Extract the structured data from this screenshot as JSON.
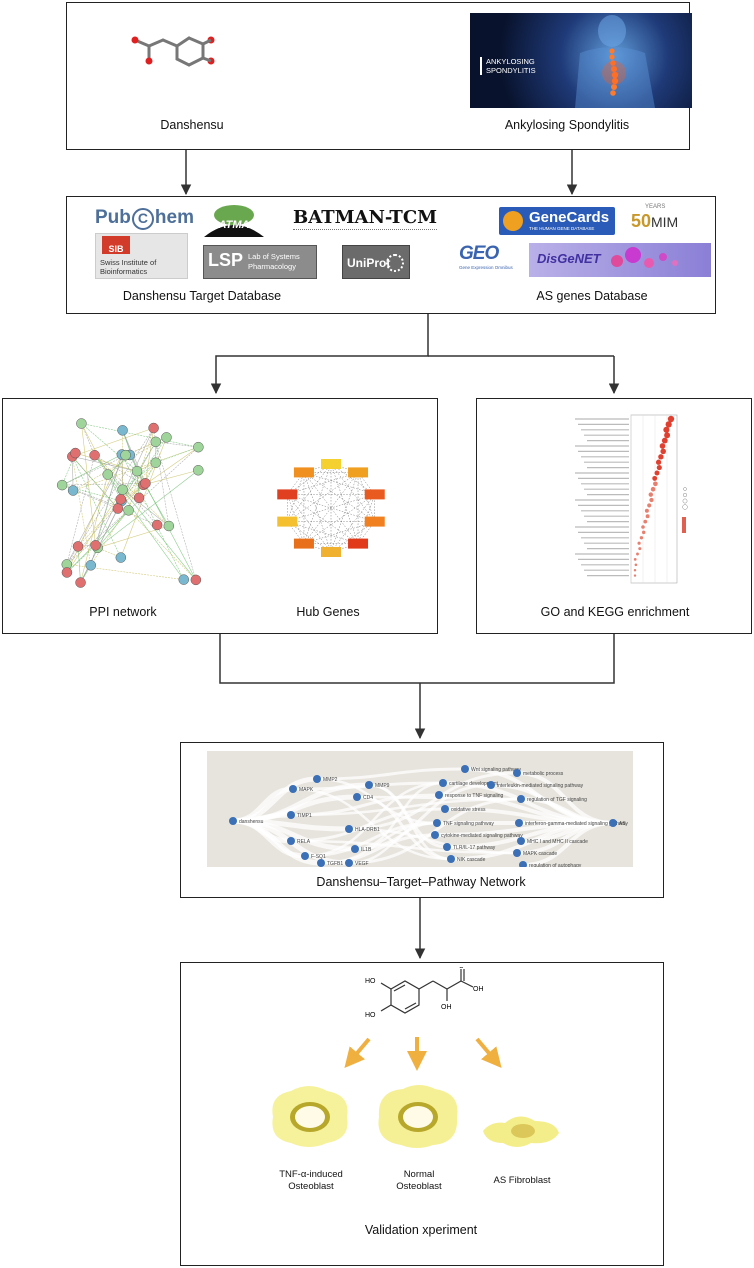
{
  "top": {
    "left_label": "Danshensu",
    "right_label": "Ankylosing Spondylitis",
    "banner_line1": "ANKYLOSING",
    "banner_line2": "SPONDYLITIS"
  },
  "databases": {
    "left_label": "Danshensu Target Database",
    "right_label": "AS genes Database",
    "logos": {
      "pubchem_pub": "Pub",
      "pubchem_c": "C",
      "pubchem_hem": "hem",
      "batman_cartoon": "BATMAN",
      "batman_tcm": "BATMAN-TCM",
      "sib_short": "SIB",
      "sib_line1": "Swiss Institute of",
      "sib_line2": "Bioinformatics",
      "lsp_short": "LSP",
      "lsp_line1": "Lab of Systems",
      "lsp_line2": "Pharmacology",
      "uniprot": "UniProt",
      "genecards_line1": "GeneCards",
      "genecards_line2": "THE HUMAN GENE DATABASE",
      "omim_years": "YEARS",
      "omim_50": "50",
      "omim_name": "MIM",
      "geo": "GEO",
      "geo_sub": "Gene Expression Omnibus",
      "disgenet": "DisGeNET"
    }
  },
  "analysis": {
    "ppi_label": "PPI network",
    "hub_label": "Hub Genes",
    "go_label": "GO and KEGG enrichment"
  },
  "network": {
    "label": "Danshensu–Target–Pathway Network",
    "drug_node": "danshensu",
    "target_nodes": [
      "MMP2",
      "MAPK",
      "TIMP1",
      "RELA",
      "F-SQ1",
      "TGFB1",
      "MMP9",
      "CD4",
      "HLA-DRB1",
      "IL1B",
      "VEGF"
    ],
    "pathway_nodes": [
      "Wnt signaling pathway",
      "cartilage development",
      "response to TNF signaling",
      "oxidative stress",
      "TNF signaling pathway",
      "cytokine-mediated signaling pathway",
      "TLR/IL-17 pathway",
      "NIK cascade",
      "metabolic process",
      "interleukin-mediated signaling pathway",
      "regulation of TGF signaling",
      "interferon-gamma-mediated signaling pathway",
      "MHC I and MHC II cascade",
      "MAPK cascade",
      "regulation of autophagy"
    ],
    "disease_node": "AS"
  },
  "validation": {
    "label": "Validation xperiment",
    "cell1_line1": "TNF-α-induced",
    "cell1_line2": "Osteoblast",
    "cell2_line1": "Normal",
    "cell2_line2": "Osteoblast",
    "cell3_line1": "AS Fibroblast",
    "mol_oh1": "HO",
    "mol_oh2": "HO",
    "mol_oh3": "OH",
    "mol_cooh": "OH",
    "mol_o": "O"
  },
  "colors": {
    "arrow": "#333333",
    "network_node": "#3b6fb6",
    "cell_yellow": "#f0e46a",
    "validation_arrow": "#f0b040",
    "disgenet_purple": "#8a7fd6"
  }
}
